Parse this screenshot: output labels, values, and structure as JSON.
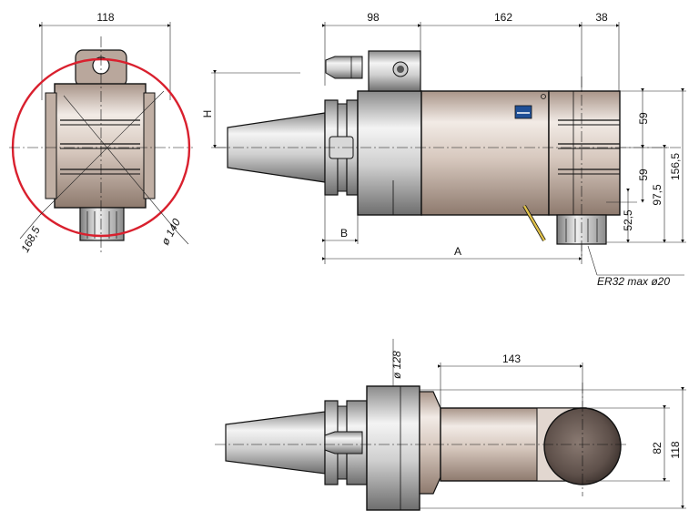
{
  "front_view": {
    "width_dim": "118",
    "circle_diameter_dim": "ø 140",
    "diagonal_dim": "168,5",
    "accent_color": "#d9202e"
  },
  "side_view": {
    "dim_98": "98",
    "dim_162": "162",
    "dim_38": "38",
    "dim_H": "H",
    "dim_59_top": "59",
    "dim_59_bottom": "59",
    "dim_97_5": "97,5",
    "dim_156_5": "156,5",
    "dim_52_5": "52,5",
    "dim_B": "B",
    "dim_A": "A",
    "collet_note": "ER32 max ø20"
  },
  "top_view": {
    "diameter_dim": "ø 128",
    "length_dim": "143",
    "height_82": "82",
    "height_118": "118"
  },
  "colors": {
    "body_shade": "#c9b8ad",
    "body_light": "#efe8e3",
    "metal_light": "#e8e8e8",
    "metal_mid": "#a8a8a8",
    "logo_blue": "#1f4f96"
  }
}
